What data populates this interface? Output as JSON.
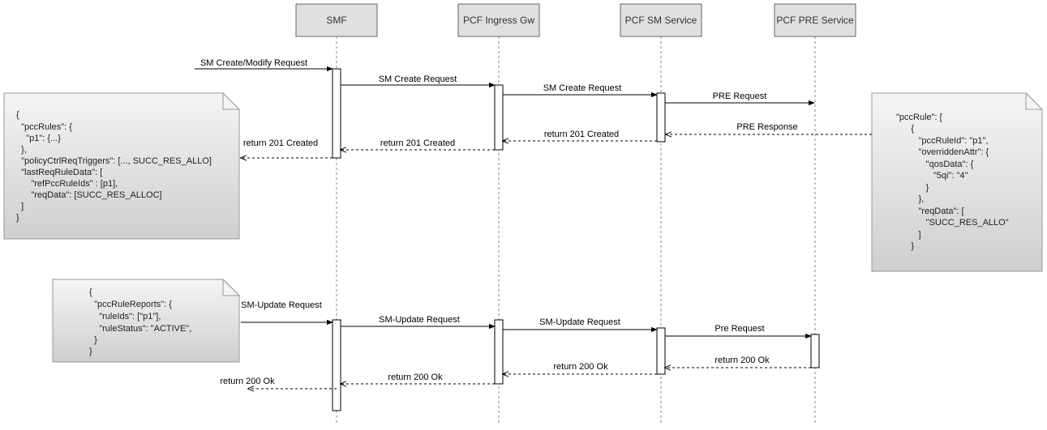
{
  "participants": [
    {
      "id": "smf",
      "label": "SMF"
    },
    {
      "id": "igw",
      "label": "PCF Ingress Gw"
    },
    {
      "id": "sm",
      "label": "PCF SM Service"
    },
    {
      "id": "pre",
      "label": "PCF PRE Service"
    }
  ],
  "messages": [
    {
      "id": "m1",
      "label": "SM Create/Modify Request"
    },
    {
      "id": "m2",
      "label": "SM Create Request"
    },
    {
      "id": "m3",
      "label": "SM Create Request"
    },
    {
      "id": "m4",
      "label": "PRE Request"
    },
    {
      "id": "m5",
      "label": "PRE Response"
    },
    {
      "id": "m6",
      "label": "return 201 Created"
    },
    {
      "id": "m7",
      "label": "return 201 Created"
    },
    {
      "id": "m8",
      "label": "return 201 Created"
    },
    {
      "id": "m9",
      "label": "SM-Update Request"
    },
    {
      "id": "m10",
      "label": "SM-Update Request"
    },
    {
      "id": "m11",
      "label": "SM-Update Request"
    },
    {
      "id": "m12",
      "label": "Pre Request"
    },
    {
      "id": "m13",
      "label": "return 200 Ok"
    },
    {
      "id": "m14",
      "label": "return 200 Ok"
    },
    {
      "id": "m15",
      "label": "return 200 Ok"
    },
    {
      "id": "m16",
      "label": "return 200 Ok"
    }
  ],
  "notes": [
    {
      "id": "note-pcc-rules",
      "lines": [
        "{",
        "  \"pccRules\": {",
        "    \"p1\": {...}",
        "  },",
        "  \"policyCtrlReqTriggers\": [..., SUCC_RES_ALLO]",
        "  \"lastReqRuleData\": [",
        "      \"refPccRuleIds\" : [p1],",
        "      \"reqData\": [SUCC_RES_ALLOC]",
        "  ]",
        "}"
      ]
    },
    {
      "id": "note-pcc-rule",
      "lines": [
        "\"pccRule\": [",
        "      {",
        "         \"pccRuleId\": \"p1\",",
        "         \"overriddenAttr\": {",
        "            \"qosData\": {",
        "               \"5qi\": \"4\"",
        "            }",
        "         },",
        "         \"reqData\": [",
        "            \"SUCC_RES_ALLO\"",
        "         ]",
        "      }"
      ]
    },
    {
      "id": "note-pcc-rule-reports",
      "lines": [
        "{",
        "  \"pccRuleReports\": {",
        "    \"ruleIds\": [\"p1\"],",
        "    \"ruleStatus\": \"ACTIVE\",",
        "  }",
        "}"
      ]
    }
  ]
}
